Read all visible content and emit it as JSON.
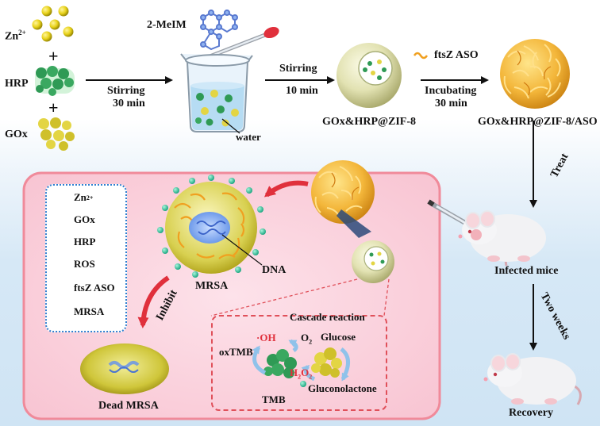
{
  "top": {
    "zn": "Zn",
    "zn_sup": "2+",
    "plus": "+",
    "hrp": "HRP",
    "gox": "GOx",
    "memim": "2-MeIM",
    "stirring": "Stirring",
    "time30": "30 min",
    "water": "water",
    "time10": "10 min",
    "zif": "GOx&HRP@ZIF-8",
    "ftsz": "ftsZ ASO",
    "incubating": "Incubating",
    "inc_time": "30 min",
    "zif_aso": "GOx&HRP@ZIF-8/ASO"
  },
  "legend": {
    "items": [
      {
        "label": "Zn",
        "sup": "2+",
        "icon": "zn-ion-icon"
      },
      {
        "label": "GOx",
        "icon": "gox-enzyme-icon"
      },
      {
        "label": "HRP",
        "icon": "hrp-enzyme-icon"
      },
      {
        "label": "ROS",
        "icon": "ros-dot-icon"
      },
      {
        "label": "ftsZ ASO",
        "icon": "aso-strand-icon"
      },
      {
        "label": "MRSA",
        "icon": "mrsa-cell-icon"
      }
    ]
  },
  "panel": {
    "mrsa": "MRSA",
    "dna": "DNA",
    "inhibit": "Inhibit",
    "dead": "Dead MRSA",
    "cascade_title": "Cascade reaction",
    "oh": "·OH",
    "oxtmb": "oxTMB",
    "o2": "O",
    "o2_sub": "2",
    "glucose": "Glucose",
    "h2o2_h": "H",
    "h2o2_2a": "2",
    "h2o2_o": "O",
    "h2o2_2b": "2",
    "gluconolactone": "Gluconolactone",
    "tmb": "TMB"
  },
  "right": {
    "treat": "Treat",
    "infected": "Infected mice",
    "two_weeks": "Two weeks",
    "recovery": "Recovery"
  },
  "colors": {
    "zn": "#e8d21a",
    "hrp": "#2f9a55",
    "gox": "#d8c832",
    "ros": "#34c29a",
    "aso": "#f0a020",
    "mrsa": "#c9c54a",
    "panel_border": "#f08a9a",
    "arrow_red": "#e0303c"
  }
}
